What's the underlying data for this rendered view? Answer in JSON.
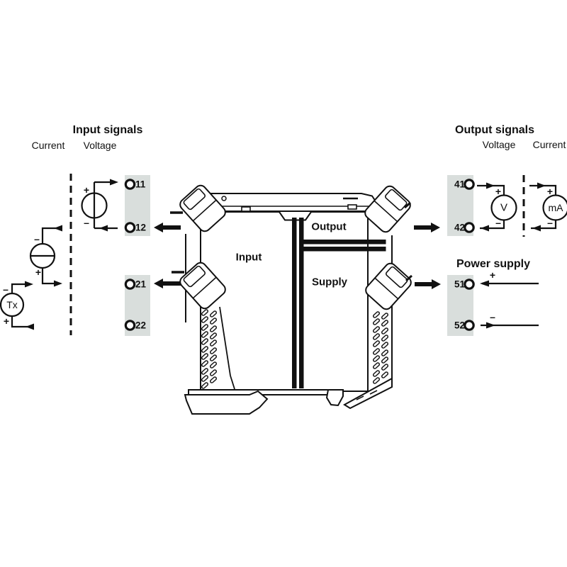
{
  "colors": {
    "ink": "#111111",
    "terminal_block_bg": "#d9dedc",
    "background": "#ffffff"
  },
  "input_section": {
    "title": "Input signals",
    "current_label": "Current",
    "voltage_label": "Voltage",
    "voltage_source": {
      "plus": "+",
      "minus": "–"
    },
    "current_source": {
      "plus": "+",
      "minus": "–"
    },
    "transmitter": {
      "label": "Tx",
      "plus": "+",
      "minus": "–"
    }
  },
  "output_section": {
    "title": "Output signals",
    "voltage_label": "Voltage",
    "current_label": "Current",
    "voltmeter": {
      "label": "V",
      "plus": "+",
      "minus": "–"
    },
    "milliammeter": {
      "label": "mA",
      "plus": "+",
      "minus": "–"
    }
  },
  "power_section": {
    "title": "Power supply",
    "plus": "+",
    "minus": "–"
  },
  "device": {
    "input_region": "Input",
    "output_region": "Output",
    "supply_region": "Supply"
  },
  "terminals": {
    "t11": "11",
    "t12": "12",
    "t21": "21",
    "t22": "22",
    "t41": "41",
    "t42": "42",
    "t51": "51",
    "t52": "52"
  }
}
